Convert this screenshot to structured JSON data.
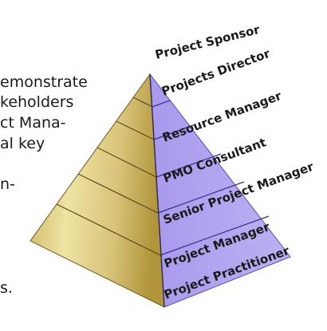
{
  "background_text": [
    "emonstrate",
    "keholders",
    "ct Mana-",
    "al key",
    "n-",
    "s."
  ],
  "levels": {
    "top_label": "Project Sponsor",
    "labels": [
      "Projects Director",
      "Resource Manager",
      "PMO Consultant",
      "Senior Project Manager",
      "Project Manager",
      "Project Practitioner"
    ]
  },
  "colors": {
    "gold_light": "#e9d98c",
    "gold_dark": "#b89a3a",
    "purple_face": "#b3a6ef",
    "purple_edge": "#7d6ad6",
    "line": "#3a3a3a"
  }
}
